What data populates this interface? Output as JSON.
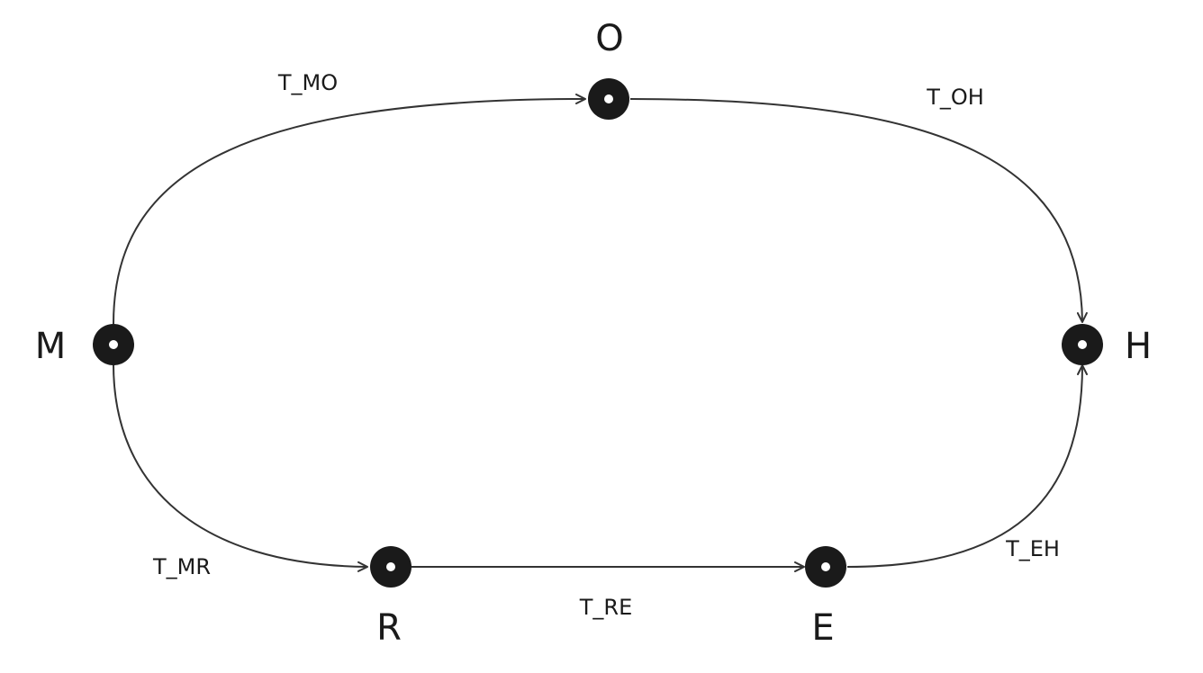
{
  "nodes": {
    "M": {
      "label": "M"
    },
    "O": {
      "label": "O"
    },
    "H": {
      "label": "H"
    },
    "R": {
      "label": "R"
    },
    "E": {
      "label": "E"
    }
  },
  "edges": {
    "MO": {
      "label": "T_MO"
    },
    "OH": {
      "label": "T_OH"
    },
    "MR": {
      "label": "T_MR"
    },
    "RE": {
      "label": "T_RE"
    },
    "EH": {
      "label": "T_EH"
    }
  },
  "colors": {
    "node": "#1a1a1a",
    "edge": "#333333",
    "background": "#ffffff"
  }
}
